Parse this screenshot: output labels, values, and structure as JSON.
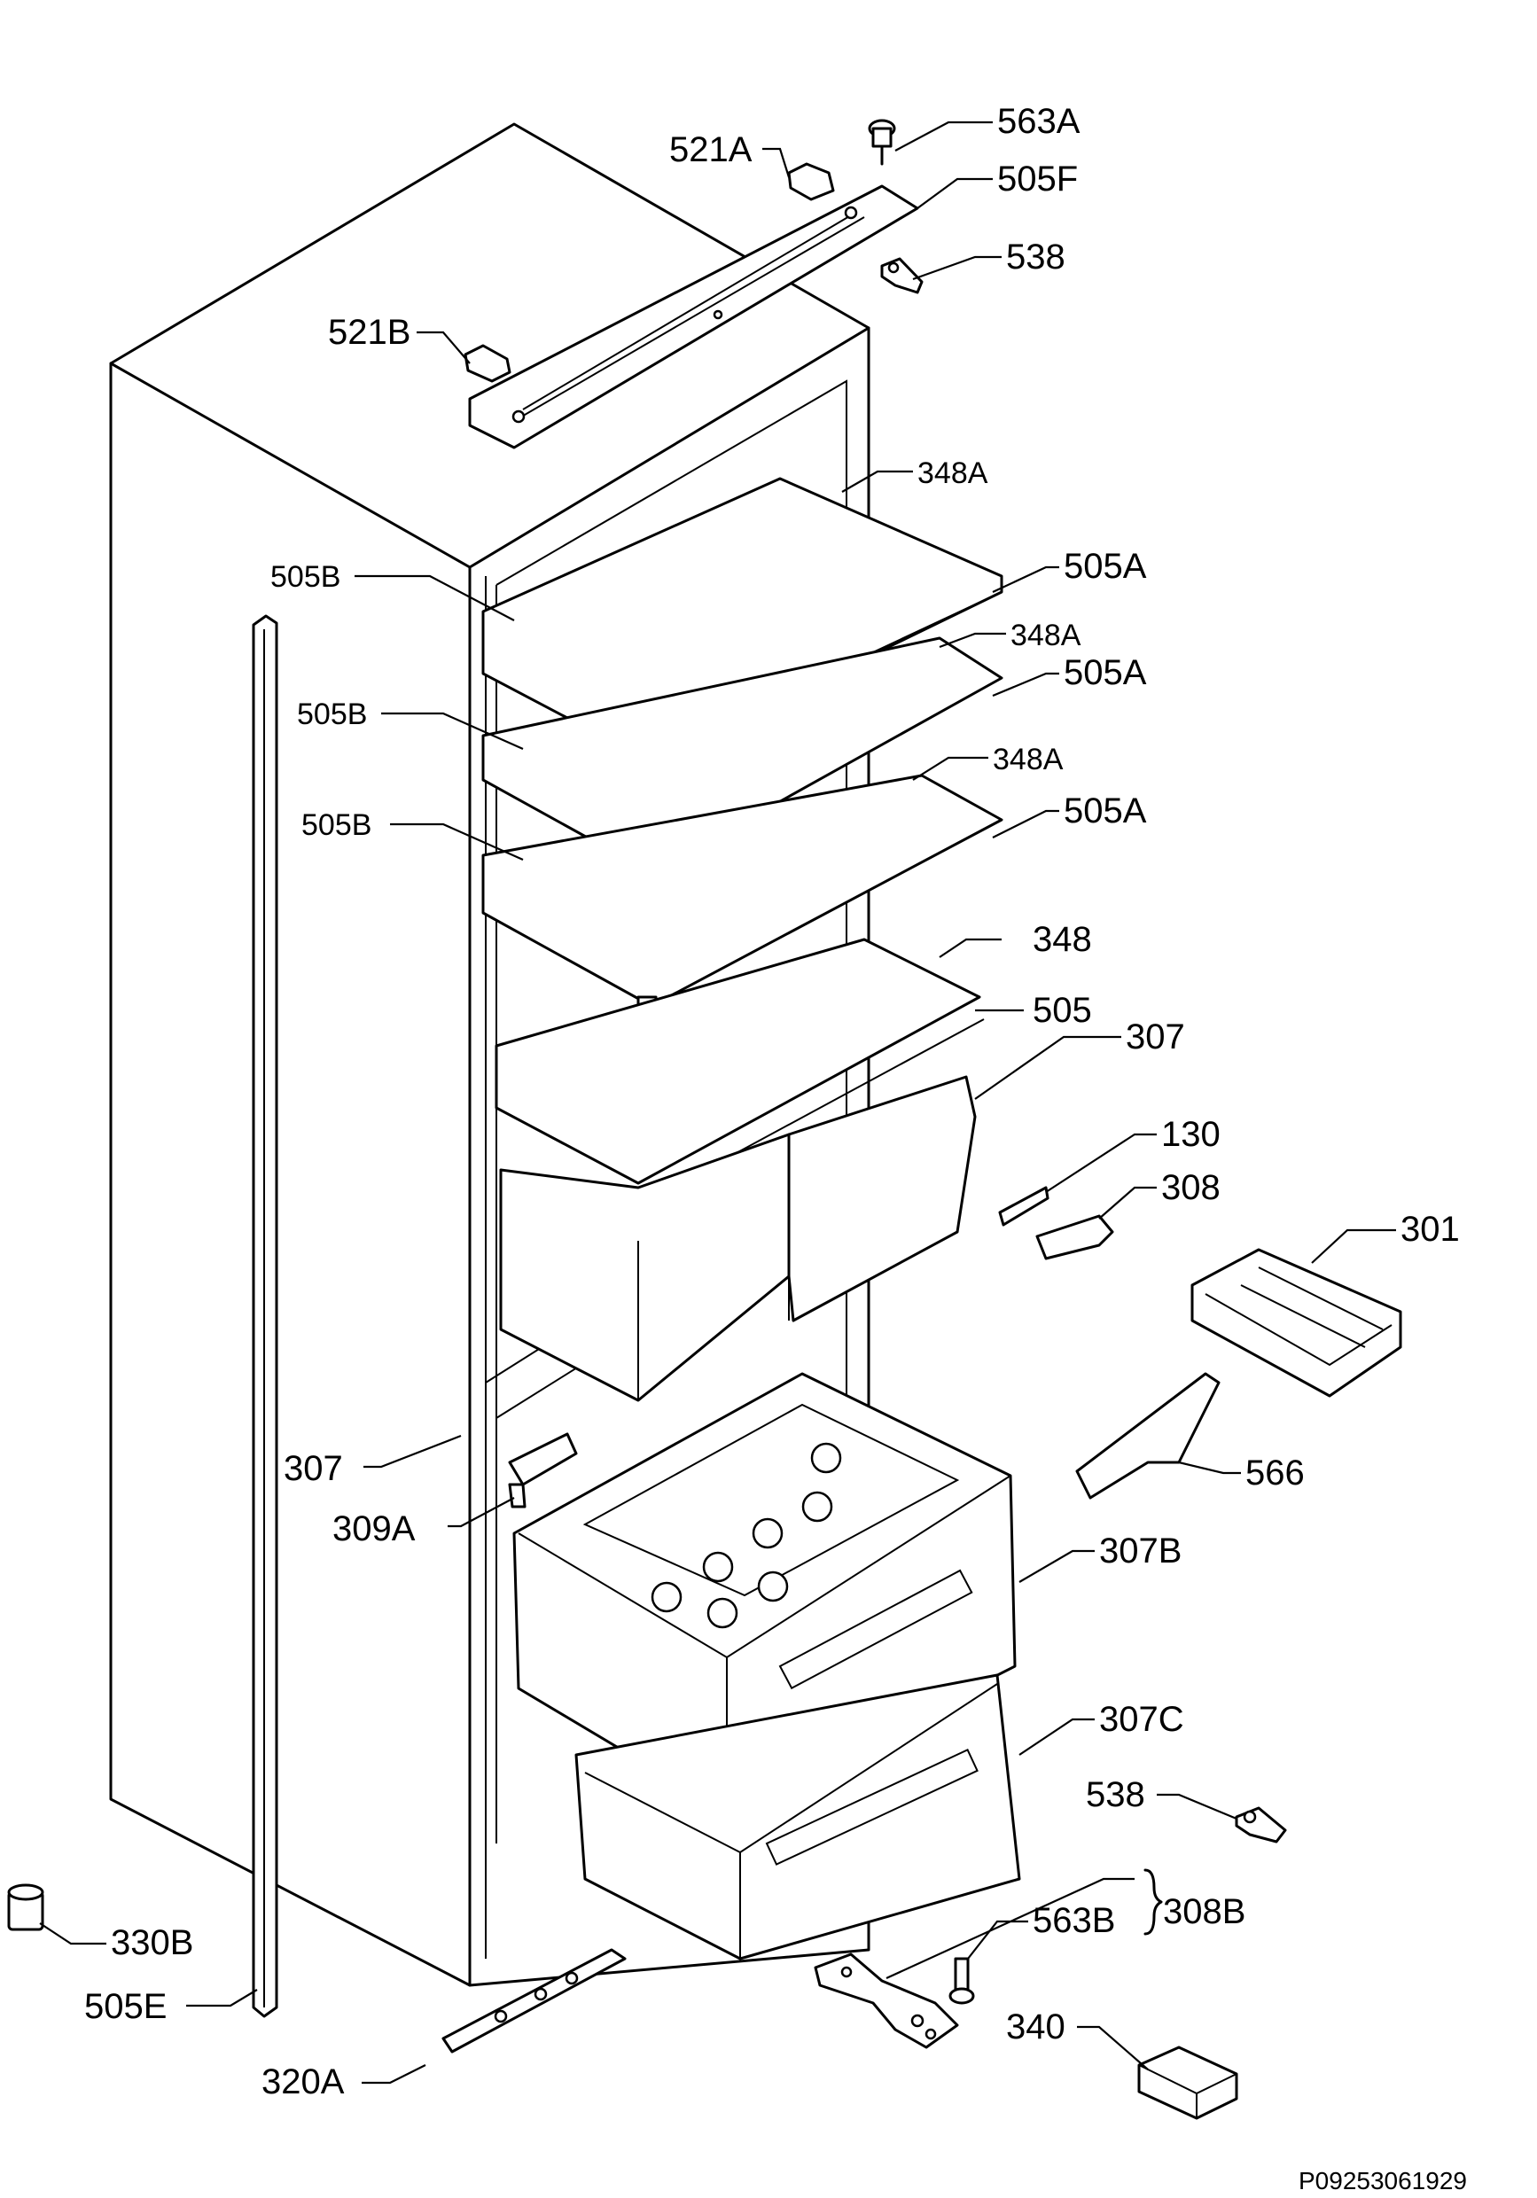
{
  "labels": {
    "p563A_top": "563A",
    "p521A": "521A",
    "p505F": "505F",
    "p538_top": "538",
    "p521B": "521B",
    "p348A_1": "348A",
    "p505B_1": "505B",
    "p505A_1": "505A",
    "p348A_2": "348A",
    "p505B_2": "505B",
    "p505A_2": "505A",
    "p348A_3": "348A",
    "p505B_3": "505B",
    "p505A_3": "505A",
    "p348": "348",
    "p505": "505",
    "p307_right": "307",
    "p130": "130",
    "p308": "308",
    "p301": "301",
    "p307_left": "307",
    "p566": "566",
    "p309A": "309A",
    "p307B": "307B",
    "p307C": "307C",
    "p538_bottom": "538",
    "p308B": "308B",
    "p563B": "563B",
    "p330B": "330B",
    "p505E": "505E",
    "p340": "340",
    "p320A": "320A"
  },
  "reference_code": "P09253061929",
  "colors": {
    "line": "#000000",
    "background": "#ffffff"
  }
}
